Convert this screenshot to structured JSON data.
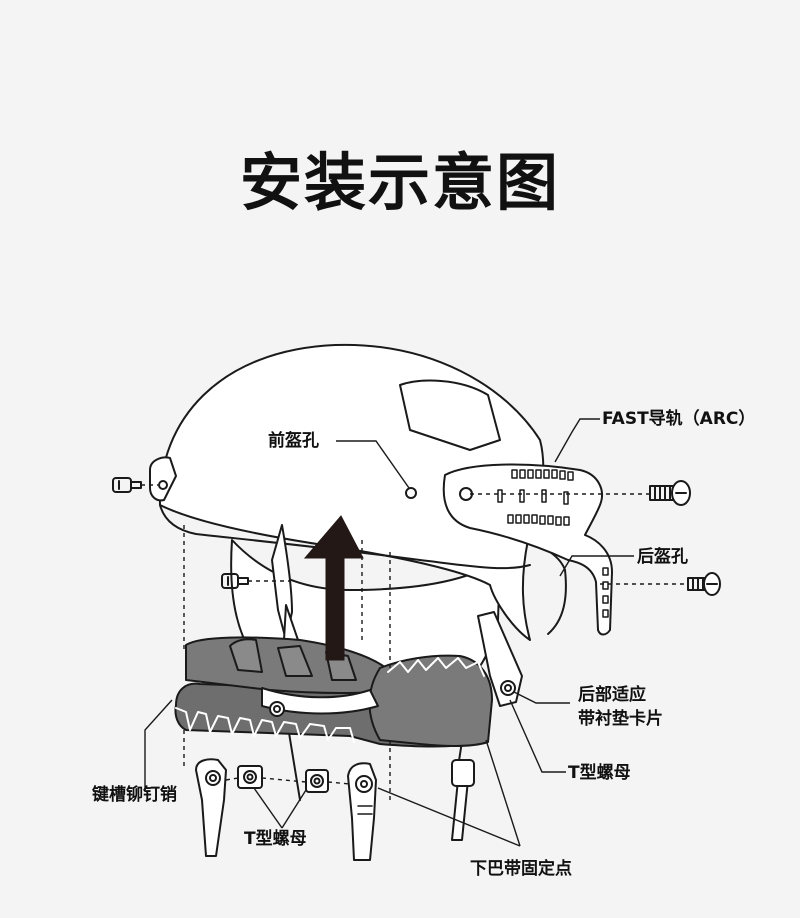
{
  "title": "安装示意图",
  "labels": {
    "front_hole": "前盔孔",
    "fast_rail": "FAST导轨（ARC）",
    "rear_hole": "后盔孔",
    "rear_clip_line1": "后部适应",
    "rear_clip_line2": "带衬垫卡片",
    "t_nut_right": "T型螺母",
    "key_rivet": "键槽铆钉销",
    "t_nut_bottom": "T型螺母",
    "chin_point": "下巴带固定点"
  },
  "colors": {
    "background": "#f4f4f4",
    "line": "#1a1a1a",
    "helmet_fill": "#ffffff",
    "pad_fill": "#7a7a7a",
    "arrow_fill": "#231815"
  }
}
